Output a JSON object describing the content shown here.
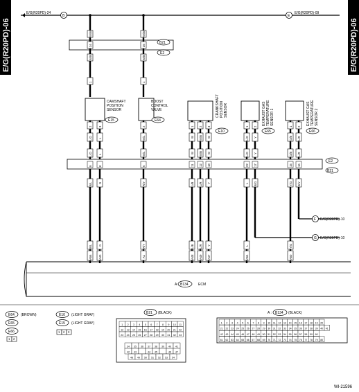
{
  "sidebar_tab": "E/G(R20PD)-06",
  "top_bus": {
    "left_ref": "E/G(R20PD)-24",
    "left_conn": "B",
    "right_ref": "E/G(R20PD)-09",
    "right_conn": "E"
  },
  "upper_connector": {
    "top": "B21",
    "bottom": "E2",
    "pins": [
      "34",
      "35"
    ]
  },
  "mid_connector": {
    "top": "E2",
    "bottom": "B21",
    "pins": [
      "9",
      "8",
      "6",
      "11",
      "12",
      "18",
      "22",
      "17",
      "15",
      "16"
    ]
  },
  "components": {
    "camshaft": {
      "line1": "CAMSHAFT",
      "line2": "POSITION",
      "line3": "SENSOR",
      "code": "E15",
      "pins": [
        "1",
        "2",
        "3"
      ]
    },
    "boost": {
      "line1": "BOOST",
      "line2": "CONTROL",
      "line3": "VALVE",
      "code": "E64",
      "pins": [
        "1",
        "2"
      ]
    },
    "crank": {
      "line1": "CRANKSHAFT",
      "line2": "POSITION",
      "line3": "SENSOR",
      "code": "E10",
      "pins": [
        "1",
        "2",
        "3"
      ]
    },
    "egt1": {
      "line1": "EXHAUST GAS",
      "line2": "TEMPERATURE",
      "line3": "SENSOR 1",
      "code": "E65",
      "pins": [
        "1",
        "2"
      ]
    },
    "egt2": {
      "line1": "EXHAUST GAS",
      "line2": "TEMPERATURE",
      "line3": "SENSOR 2",
      "code": "E66",
      "pins": [
        "1",
        "2"
      ]
    }
  },
  "wire_colors": {
    "w1_top": "W/B",
    "w1_mid": "W/B",
    "w1_a": "L/O",
    "w1_b": "B/L",
    "w2_top": "W/B",
    "w2_a": "W/L",
    "w2_b": "R/Y",
    "w3_a": "L",
    "w3_b": "G",
    "w4_a": "W",
    "w4_b": "L/B",
    "w5_a": "W/B",
    "w5_b": "L/R",
    "w6_a": "W",
    "w6_b": "Y",
    "w7_a": "L/O",
    "w7_b": "L",
    "w8_a": "Y",
    "w8_b": "B/G",
    "w9_a": "G/B",
    "w9_b": "Y/G",
    "w10_a": "L/R",
    "w10_b": "B/Y"
  },
  "ecm_pins": [
    "A56",
    "A40",
    "A1",
    "A48",
    "A49",
    "A47",
    "A54",
    "A50"
  ],
  "ecm": {
    "prefix": "A :",
    "conn": "B134",
    "label": "ECM"
  },
  "branch_refs": {
    "f_ref": "E/G(R20PD)-10",
    "f_conn": "F",
    "g_ref": "E/G(R20PD)-10",
    "g_conn": "G"
  },
  "legend": {
    "brown_codes": [
      "E64",
      "E65",
      "E66"
    ],
    "brown_label": "(BROWN)",
    "lgray_codes": [
      "E10",
      "E15"
    ],
    "lgray_label": "(LIGHT GRAY)",
    "two_pin": [
      "1",
      "2"
    ],
    "three_pin": [
      "1",
      "2",
      "3"
    ],
    "b21_title": "B21",
    "b21_color": "(BLACK)",
    "b134_prefix": "A :",
    "b134_title": "B134",
    "b134_color": "(BLACK)"
  },
  "figure_id": "WI-21596"
}
